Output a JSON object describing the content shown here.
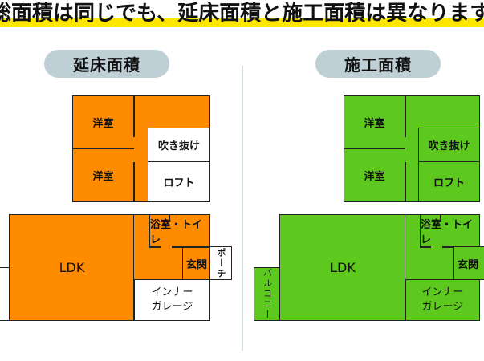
{
  "title": "総面積は同じでも、延床面積と施工面積は異なります",
  "colors": {
    "highlight": "#FFE600",
    "orange": "#FF8C00",
    "green": "#5DC91E",
    "pill": "#BFCFD6"
  },
  "left": {
    "label": "延床面積"
  },
  "right": {
    "label": "施工面積"
  },
  "rooms": {
    "western1": "洋室",
    "western2": "洋室",
    "atrium": "吹き抜け",
    "loft": "ロフト",
    "ldk": "LDK",
    "bath": "浴室・トイレ",
    "entrance": "玄関",
    "porch": "ポーチ",
    "garage1": "インナー",
    "garage2": "ガレージ",
    "balcony": "バルコニー"
  }
}
